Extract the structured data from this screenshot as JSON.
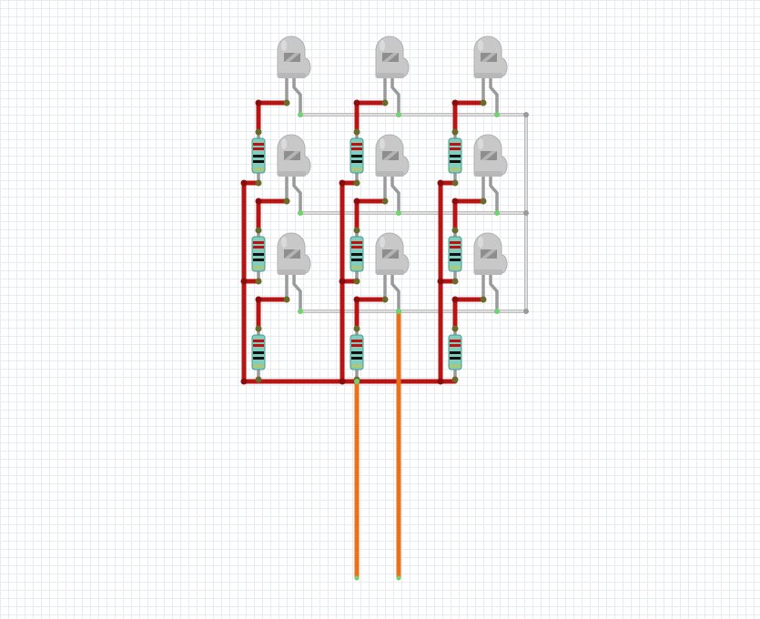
{
  "view": "breadboard",
  "matrix": {
    "rows": 3,
    "columns": 3
  },
  "components": {
    "led": {
      "count": 9,
      "color": "#c8c8c8"
    },
    "resistor": {
      "count": 9,
      "bands": [
        "#c01010",
        "#c01010",
        "#111111",
        "#111111",
        "#d4c040"
      ],
      "body_color": "#7fcfc0"
    }
  },
  "wire_colors": {
    "anode_bus": "#b81414",
    "cathode_rows": "#cfcfcf",
    "outputs": "#e8711a",
    "connector_end": "#6fd36f"
  }
}
